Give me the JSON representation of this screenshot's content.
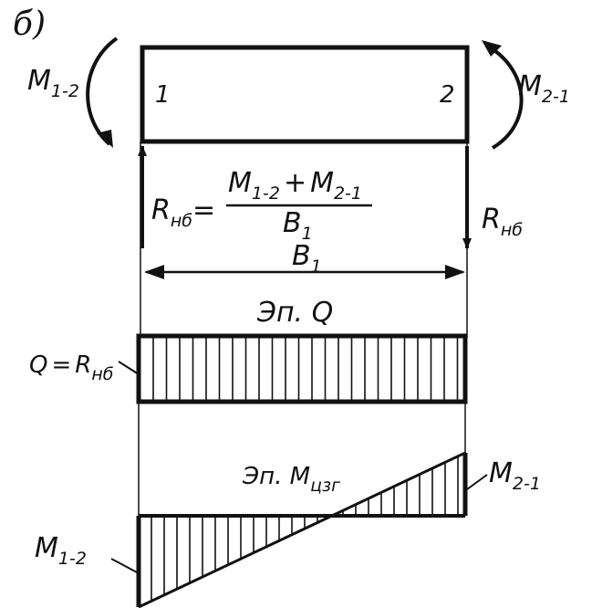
{
  "figure_label": "б)",
  "nodes": {
    "left": "1",
    "right": "2"
  },
  "moment_left": {
    "main": "M",
    "sub": "1-2"
  },
  "moment_right": {
    "main": "M",
    "sub": "2-1"
  },
  "reaction": {
    "main": "R",
    "sub": "нб"
  },
  "formula": {
    "lhs_main": "R",
    "lhs_sub": "нб",
    "eq": "=",
    "num_1_main": "M",
    "num_1_sub": "1-2",
    "plus": "+",
    "num_2_main": "M",
    "num_2_sub": "2-1",
    "den_main": "B",
    "den_sub": "1"
  },
  "span": {
    "main": "B",
    "sub": "1"
  },
  "shear_diagram": {
    "title": "Эп. Q",
    "value_lhs": "Q",
    "value_eq": "=",
    "value_main": "R",
    "value_sub": "нб"
  },
  "moment_diagram": {
    "title_main": "Эп. M",
    "title_sub": "цзг",
    "left_main": "M",
    "left_sub": "1-2",
    "right_main": "M",
    "right_sub": "2-1"
  }
}
